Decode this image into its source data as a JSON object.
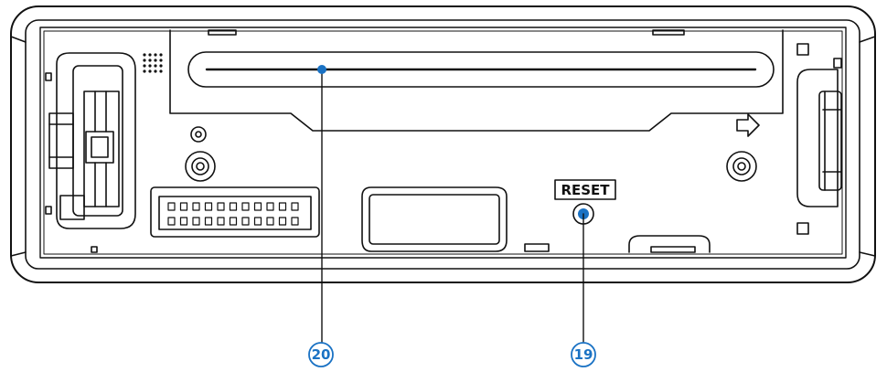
{
  "panel": {
    "reset_label": "RESET",
    "arrow_icon": "arrow-right-icon",
    "accent_color": "#1a72c4"
  },
  "callouts": [
    {
      "number": "20",
      "target": "disc-slot"
    },
    {
      "number": "19",
      "target": "reset-hole"
    }
  ]
}
